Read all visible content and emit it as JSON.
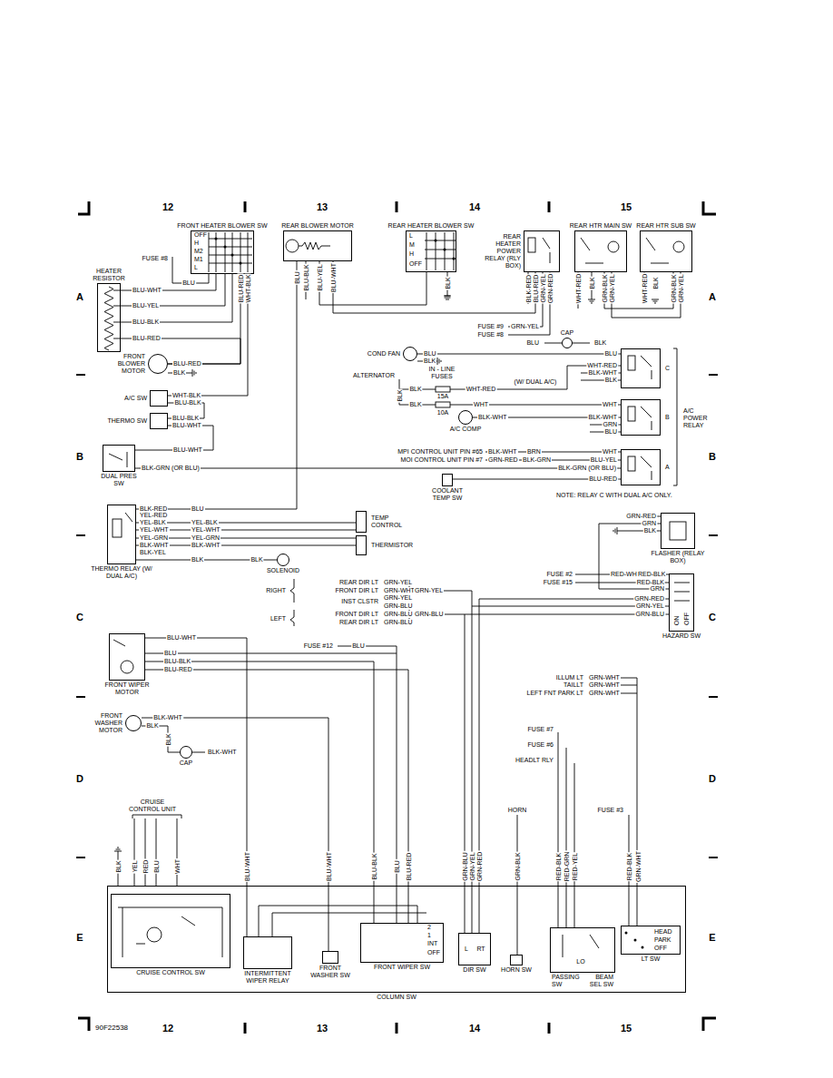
{
  "diagram": {
    "nodes": [
      {
        "text": [
          "FRONT HEATER BLOWER SW"
        ]
      },
      {
        "text": [
          "REAR BLOWER MOTOR"
        ]
      },
      {
        "text": [
          "REAR HEATER BLOWER SW"
        ]
      },
      {
        "text": [
          "REAR HEATER POWER RELAY (RLY BOX)"
        ]
      },
      {
        "text": [
          "REAR HTR MAIN SW"
        ]
      },
      {
        "text": [
          "REAR HTR SUB SW"
        ]
      },
      {
        "text": [
          "HEATER RESISTOR"
        ]
      },
      {
        "text": [
          "FRONT BLOWER MOTOR"
        ]
      },
      {
        "text": [
          "A/C SW"
        ]
      },
      {
        "text": [
          "THERMO SW"
        ]
      },
      {
        "text": [
          "DUAL PRES SW"
        ]
      },
      {
        "text": [
          "THERMO RELAY (W/ DUAL A/C)"
        ]
      },
      {
        "text": [
          "TEMP CONTROL"
        ]
      },
      {
        "text": [
          "THERMISTOR"
        ]
      },
      {
        "text": [
          "SOLENOID"
        ]
      },
      {
        "text": [
          "COND FAN"
        ]
      },
      {
        "text": [
          "A/C COMP"
        ]
      },
      {
        "text": [
          "CAP"
        ]
      },
      {
        "text": [
          "C"
        ]
      },
      {
        "text": [
          "B"
        ]
      },
      {
        "text": [
          "A"
        ]
      },
      {
        "text": [
          "COOLANT TEMP SW"
        ]
      },
      {
        "text": [
          "FLASHER (RELAY BOX)"
        ]
      },
      {
        "text": [
          "HAZARD SW"
        ]
      },
      {
        "text": [
          "FRONT WIPER MOTOR"
        ]
      },
      {
        "text": [
          "FRONT WASHER MOTOR"
        ]
      },
      {
        "text": [
          "CAP"
        ]
      },
      {
        "text": [
          "COLUMN SW"
        ]
      },
      {
        "text": [
          "CRUISE CONTROL SW"
        ],
        "in": 27
      },
      {
        "text": [
          "INTERMITTENT WIPER RELAY"
        ],
        "in": 27
      },
      {
        "text": [
          "FRONT WASHER SW"
        ],
        "in": 27
      },
      {
        "text": [
          "FRONT WIPER SW"
        ],
        "in": 27
      },
      {
        "text": [
          "DIR SW"
        ],
        "in": 27
      },
      {
        "text": [
          "HORN SW"
        ],
        "in": 27
      },
      {
        "text": [
          "PASSING SW",
          "BEAM SEL SW"
        ],
        "in": 27
      },
      {
        "text": [
          "LT SW"
        ],
        "in": 27
      }
    ],
    "edges": [
      {
        "from": 6,
        "to": 0,
        "arrow": "none",
        "label": "BLU-WHT"
      },
      {
        "from": 6,
        "to": 0,
        "arrow": "none",
        "label": "BLU-YEL"
      },
      {
        "from": 6,
        "to": 0,
        "arrow": "none",
        "label": "BLU-BLK"
      },
      {
        "from": 0,
        "to": 7,
        "arrow": "none",
        "label": "BLU-RED"
      },
      {
        "from": 6,
        "to": 7,
        "arrow": "none",
        "label": "BLU-RED"
      },
      {
        "from": 0,
        "to": 8,
        "arrow": "none",
        "label": "WHT-BLK"
      },
      {
        "from": 8,
        "to": 9,
        "arrow": "none",
        "label": "BLU-BLK"
      },
      {
        "from": 9,
        "to": 10,
        "arrow": "none",
        "label": "BLU-WHT"
      },
      {
        "from": 10,
        "to": 20,
        "arrow": "none",
        "label": "BLK-GRN (OR BLU)"
      },
      {
        "from": 1,
        "to": 11,
        "arrow": "none",
        "label": "BLU"
      },
      {
        "from": 1,
        "to": 2,
        "arrow": "none",
        "label": "BLU-YEL"
      },
      {
        "from": 1,
        "to": 3,
        "arrow": "none",
        "label": "BLU-WHT"
      },
      {
        "from": 11,
        "to": 12,
        "arrow": "none",
        "label": "YEL-BLK"
      },
      {
        "from": 11,
        "to": 12,
        "arrow": "none",
        "label": "YEL-WHT"
      },
      {
        "from": 11,
        "to": 13,
        "arrow": "none",
        "label": "YEL-GRN"
      },
      {
        "from": 11,
        "to": 13,
        "arrow": "none",
        "label": "BLK-WHT"
      },
      {
        "from": 11,
        "to": 14,
        "arrow": "none",
        "label": "BLK"
      },
      {
        "from": 15,
        "to": 18,
        "arrow": "none",
        "label": "BLU"
      },
      {
        "from": 16,
        "to": 19,
        "arrow": "none",
        "label": "BLK-WHT"
      },
      {
        "from": 21,
        "to": 20,
        "arrow": "none",
        "label": "BLU-RED"
      },
      {
        "from": 24,
        "to": 29,
        "arrow": "none",
        "label": "BLU-WHT"
      },
      {
        "from": 25,
        "to": 30,
        "arrow": "none",
        "label": "BLK-WHT"
      },
      {
        "from": 25,
        "to": 26,
        "arrow": "none",
        "label": "BLK"
      },
      {
        "from": 24,
        "to": 31,
        "arrow": "none",
        "label": "BLU"
      },
      {
        "from": 24,
        "to": 31,
        "arrow": "none",
        "label": "BLU-BLK"
      },
      {
        "from": 24,
        "to": 31,
        "arrow": "none",
        "label": "BLU-RED"
      },
      {
        "from": 23,
        "to": 32,
        "arrow": "none",
        "label": "GRN-RED"
      },
      {
        "from": 23,
        "to": 32,
        "arrow": "none",
        "label": "GRN-YEL"
      },
      {
        "from": 23,
        "to": 32,
        "arrow": "none",
        "label": "GRN-BLU"
      },
      {
        "from": 22,
        "to": 23,
        "arrow": "none",
        "label": "GRN"
      }
    ],
    "labels": [
      "12",
      "13",
      "14",
      "15",
      "A",
      "A",
      "B",
      "B",
      "C",
      "C",
      "D",
      "D",
      "E",
      "E",
      "90F22538",
      "12",
      "13",
      "14",
      "15",
      "OFF",
      "H",
      "M2",
      "M1",
      "L",
      "FUSE #8",
      "BLU",
      "L",
      "M",
      "H",
      "OFF",
      "BLU-BLK",
      "BLK",
      "BLK-RED",
      "BLU-RED",
      "GRN-YEL",
      "GRN-RED",
      "WHT-RED",
      "BLK",
      "GRN-BLK",
      "GRN-YEL",
      "WHT-RED",
      "BLK",
      "GRN-BLK",
      "GRN-YEL",
      "BLU-RED",
      "BLK",
      "WHT-BLK",
      "BLU-BLK",
      "BLU-WHT",
      "BLK-GRN (OR BLU)",
      "BLU",
      "BLK-RED",
      "YEL-RED",
      "YEL-BLK",
      "YEL-WHT",
      "YEL-GRN",
      "BLK-WHT",
      "BLK-YEL",
      "BLK",
      "FUSE #9",
      "FUSE #8",
      "GRN-YEL",
      "BLU",
      "BLK",
      "BLU",
      "BLK",
      "WHT-RED",
      "BLK-WHT",
      "BLK",
      "ALTERNATOR",
      "BLK",
      "IN - LINE FUSES",
      "BLK",
      "WHT-RED",
      "(W/ DUAL A/C)",
      "15A",
      "BLK",
      "WHT",
      "10A",
      "BLK-WHT",
      "WHT",
      "GRN",
      "BLU",
      "MPI CONTROL UNIT PIN #65",
      "MOI CONTROL UNIT PIN #7",
      "BLK-WHT",
      "BRN",
      "GRN-RED",
      "BLK-GRN",
      "WHT",
      "BLU-YEL",
      "NOTE: RELAY C WITH DUAL A/C ONLY.",
      "A/C POWER RELAY",
      "RED-WHT",
      "RED-BLK",
      "FUSE #2",
      "FUSE #15",
      "RED-BLK",
      "GRN-RED",
      "GRN",
      "BLK",
      "ON",
      "OFF",
      "RIGHT",
      "REAR DIR LT",
      "FRONT DIR LT",
      "GRN-YEL",
      "GRN-WHT",
      "GRN-YEL",
      "INST CLSTR",
      "GRN-YEL",
      "GRN-BLU",
      "LEFT",
      "FRONT DIR LT",
      "REAR DIR LT",
      "GRN-BLU",
      "GRN-BLU",
      "GRN-BLU",
      "FUSE #12",
      "BLU",
      "BLK",
      "BLK-WHT",
      "ILLUM LT",
      "TAILLT",
      "LEFT FNT PARK LT",
      "GRN-WHT",
      "GRN-WHT",
      "GRN-WHT",
      "FUSE #7",
      "FUSE #6",
      "HEADLT RLY",
      "HORN",
      "FUSE #3",
      "CRUISE CONTROL UNIT",
      "BLK",
      "YEL",
      "RED",
      "BLU",
      "WHT",
      "BLU-WHT",
      "BLU-WHT",
      "BLU-BLK",
      "BLU",
      "BLU-RED",
      "GRN-BLU",
      "GRN-YEL",
      "GRN-RED",
      "GRN-BLK",
      "RED-BLK",
      "RED-GRN",
      "RED-YEL",
      "RED-BLK",
      "GRN-WHT",
      "2",
      "1",
      "INT",
      "OFF",
      "L",
      "RT",
      "LO",
      "HEAD",
      "PARK",
      "OFF"
    ]
  }
}
